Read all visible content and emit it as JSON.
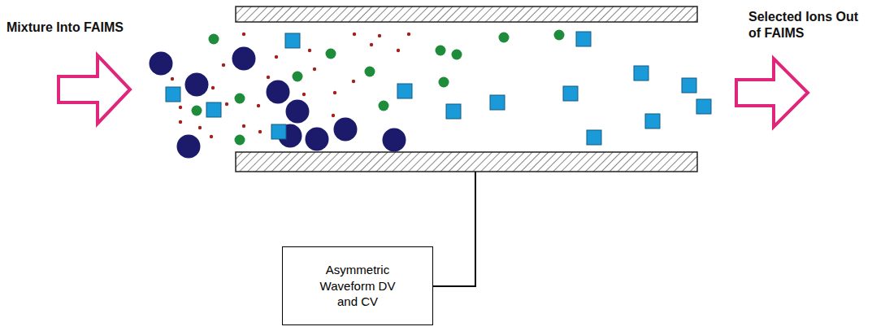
{
  "diagram": {
    "nodes": [
      {
        "text": [
          "Asymmetric Waveform DV and CV"
        ]
      }
    ],
    "labels": [
      "Mixture Into FAIMS",
      "Selected Ions Out of FAIMS"
    ]
  }
}
